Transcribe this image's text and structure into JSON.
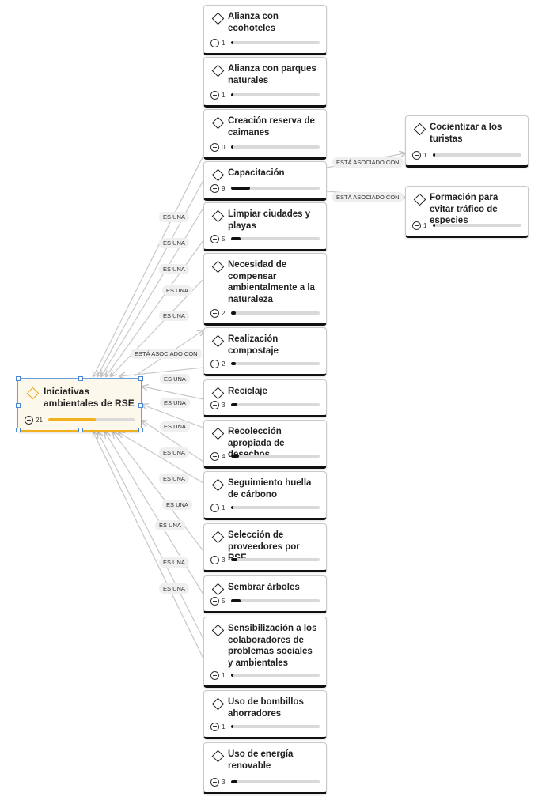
{
  "root": {
    "title": "Iniciativas ambientales de RSE",
    "count": "21",
    "progress": 0.55
  },
  "nodes": [
    {
      "title": "Alianza con ecohoteles",
      "count": "1",
      "progress": 0.02
    },
    {
      "title": "Alianza con parques naturales",
      "count": "1",
      "progress": 0.02
    },
    {
      "title": "Creación reserva de caimanes",
      "count": "0",
      "progress": 0
    },
    {
      "title": "Capacitación",
      "count": "9",
      "progress": 0.21
    },
    {
      "title": "Limpiar ciudades y playas",
      "count": "5",
      "progress": 0.11
    },
    {
      "title": "Necesidad de compensar ambientalmente a la naturaleza",
      "count": "2",
      "progress": 0.05
    },
    {
      "title": "Realización compostaje",
      "count": "2",
      "progress": 0.05
    },
    {
      "title": "Reciclaje",
      "count": "3",
      "progress": 0.07
    },
    {
      "title": "Recolección apropiada de desechos",
      "count": "4",
      "progress": 0.09
    },
    {
      "title": "Seguimiento huella de cárbono",
      "count": "1",
      "progress": 0.02
    },
    {
      "title": "Selección de proveedores por RSE",
      "count": "3",
      "progress": 0.07
    },
    {
      "title": "Sembrar árboles",
      "count": "5",
      "progress": 0.11
    },
    {
      "title": "Sensibilización a los colaboradores de problemas sociales y ambientales",
      "count": "1",
      "progress": 0.02
    },
    {
      "title": "Uso de bombillos ahorradores",
      "count": "1",
      "progress": 0.02
    },
    {
      "title": "Uso de energía renovable",
      "count": "3",
      "progress": 0.07
    }
  ],
  "side_nodes": [
    {
      "title": "Cocientizar a los turistas",
      "count": "1",
      "progress": 0.02
    },
    {
      "title": "Formación para evitar tráfico de especies",
      "count": "1",
      "progress": 0.02
    }
  ],
  "edge_labels": {
    "es_una": "ES UNA",
    "asociado": "ESTÁ ASOCIADO CON"
  },
  "colors": {
    "accent": "#f2b01e",
    "selection": "#4a86d4",
    "edge": "#c8c8c8"
  }
}
